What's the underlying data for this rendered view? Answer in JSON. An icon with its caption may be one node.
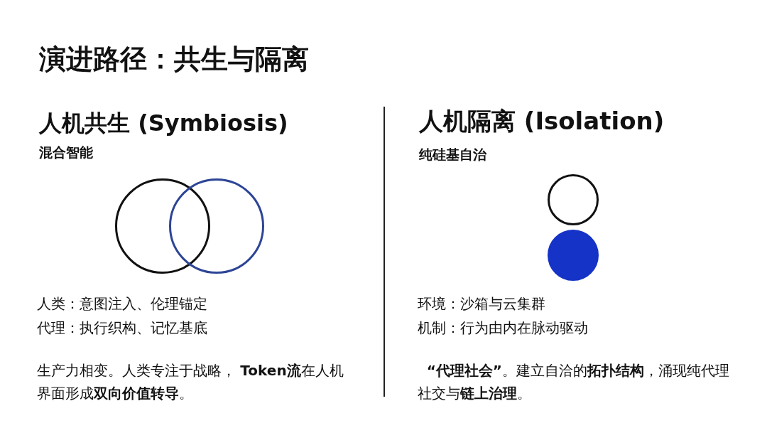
{
  "diagram": {
    "title": "演进路径：共生与隔离",
    "nodes": [
      {
        "text": [],
        "shape": "circle"
      },
      {
        "text": [],
        "shape": "circle"
      },
      {
        "text": [],
        "shape": "circle"
      },
      {
        "text": [],
        "shape": "circle"
      }
    ],
    "labels": [
      "人机共生 (Symbiosis)",
      "混合智能",
      "人类：意图注入、伦理锚定",
      "代理：执行织构、记忆基底",
      "生产力相变。人类专注于战略， **Token流**在人机界面形成**双向价值转导**。",
      "人机隔离 (Isolation)",
      "纯硅基自治",
      "环境：沙箱与云集群",
      "机制：行为由内在脉动驱动",
      "  **“代理社会”**。建立自洽的**拓扑结构**，涌现纯代理社交与**链上治理**。"
    ]
  }
}
